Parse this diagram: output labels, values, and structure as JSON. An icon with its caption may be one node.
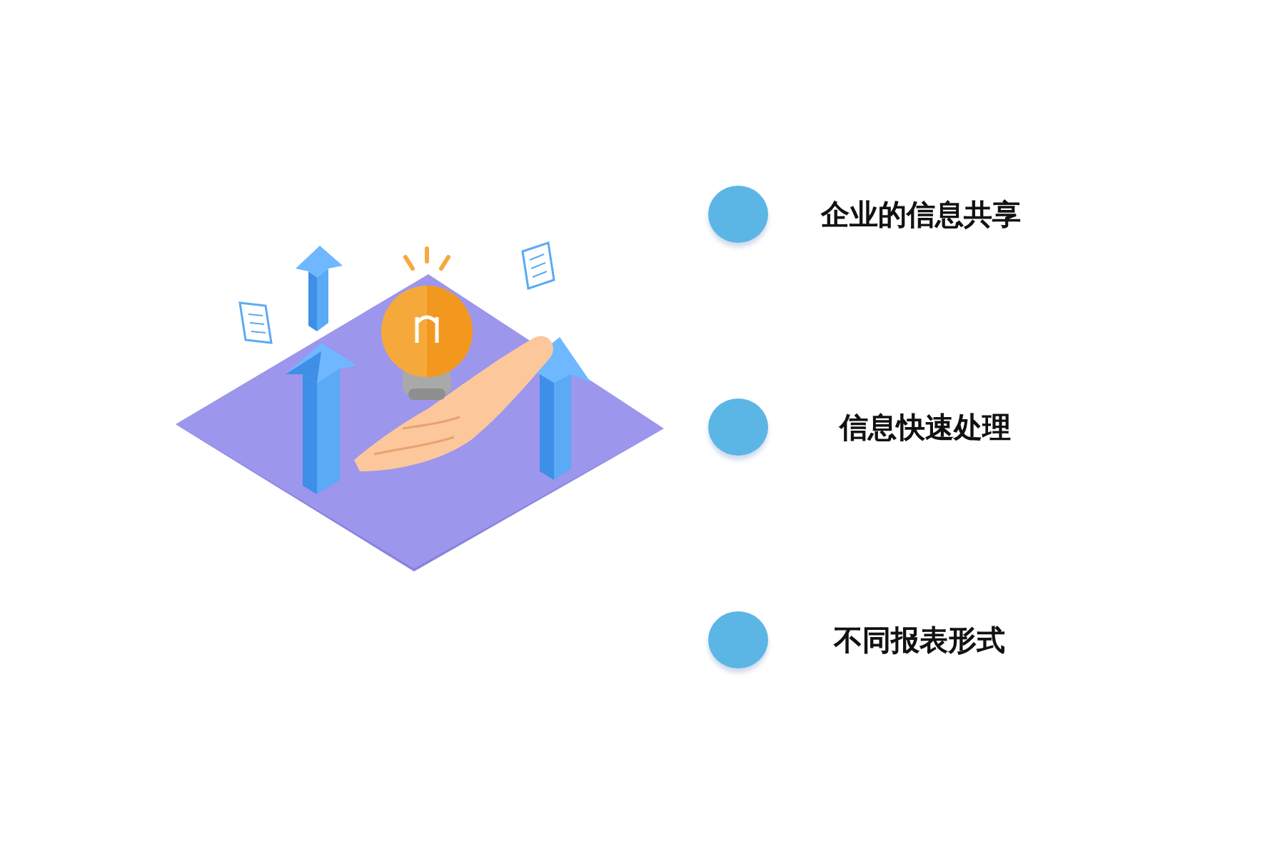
{
  "diagram": {
    "nodes": [
      {
        "text": [],
        "shape": "circle",
        "beside": [
          "企业的信息共享"
        ]
      },
      {
        "text": [],
        "shape": "circle",
        "beside": [
          "信息快速处理"
        ]
      },
      {
        "text": [],
        "shape": "circle",
        "beside": [
          "不同报表形式"
        ]
      }
    ]
  }
}
